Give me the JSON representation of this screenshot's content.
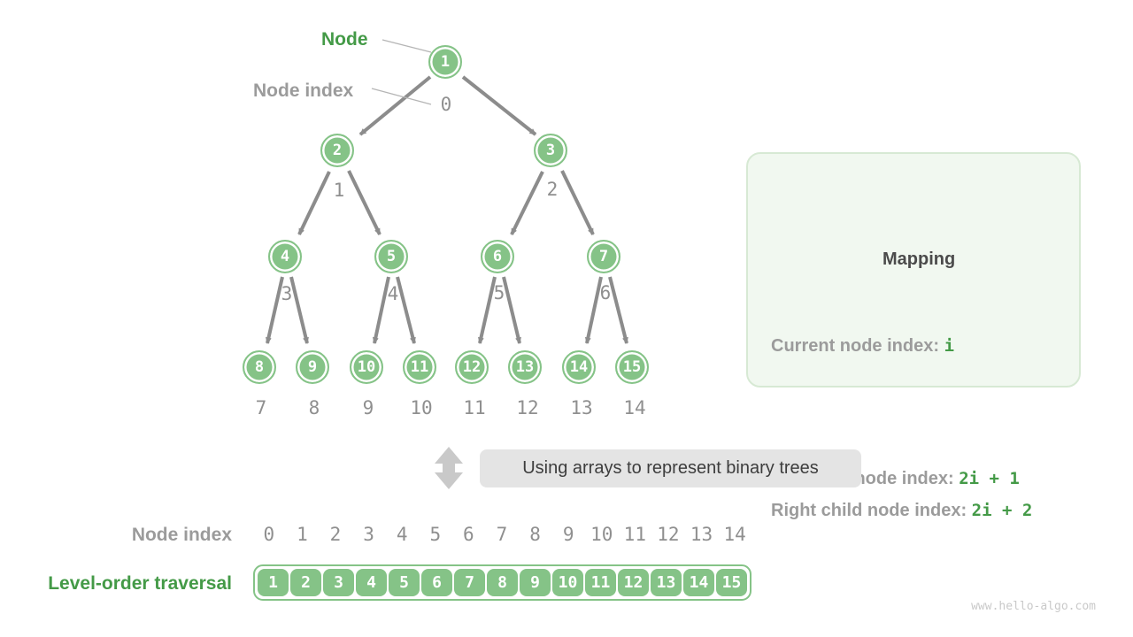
{
  "callouts": {
    "node_label": "Node",
    "node_index_label": "Node index"
  },
  "tree": {
    "nodes": [
      {
        "value": "1",
        "index": "0"
      },
      {
        "value": "2",
        "index": "1"
      },
      {
        "value": "3",
        "index": "2"
      },
      {
        "value": "4",
        "index": "3"
      },
      {
        "value": "5",
        "index": "4"
      },
      {
        "value": "6",
        "index": "5"
      },
      {
        "value": "7",
        "index": "6"
      },
      {
        "value": "8",
        "index": "7"
      },
      {
        "value": "9",
        "index": "8"
      },
      {
        "value": "10",
        "index": "9"
      },
      {
        "value": "11",
        "index": "10"
      },
      {
        "value": "12",
        "index": "11"
      },
      {
        "value": "13",
        "index": "12"
      },
      {
        "value": "14",
        "index": "13"
      },
      {
        "value": "15",
        "index": "14"
      }
    ]
  },
  "panel": {
    "current_label": "Current node index: ",
    "current_value": "i",
    "mapping_label": "Mapping",
    "left_label": "Left child node index: ",
    "left_value": "2i + 1",
    "right_label": "Right child node index: ",
    "right_value": "2i + 2"
  },
  "divider": {
    "label": "Using arrays to represent binary trees"
  },
  "bottom": {
    "index_row_label": "Node index",
    "indices": [
      "0",
      "1",
      "2",
      "3",
      "4",
      "5",
      "6",
      "7",
      "8",
      "9",
      "10",
      "11",
      "12",
      "13",
      "14"
    ],
    "traversal_label": "Level-order traversal",
    "values": [
      "1",
      "2",
      "3",
      "4",
      "5",
      "6",
      "7",
      "8",
      "9",
      "10",
      "11",
      "12",
      "13",
      "14",
      "15"
    ]
  },
  "watermark": "www.hello-algo.com",
  "colors": {
    "node_green": "#85c387",
    "text_green": "#449a47",
    "gray_text": "#9b9b9b",
    "index_gray": "#8f8f8f",
    "arrow_gray": "#8c8c8c",
    "panel_bg": "#f1f8f0",
    "panel_border": "#d7e9d4",
    "divider_bg": "#e4e4e4",
    "divider_arrow": "#c9c9c9",
    "dark_text": "#4b4b4b",
    "watermark_gray": "#c9c9c9"
  }
}
